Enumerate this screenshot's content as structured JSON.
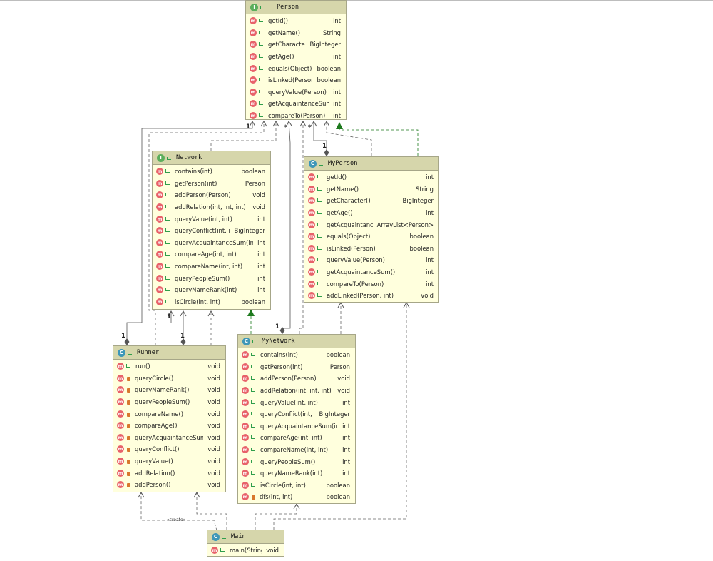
{
  "diagram": {
    "interfaces": {
      "person": {
        "name": "Person",
        "kind_glyph": "I",
        "methods": [
          {
            "name": "getId()",
            "type": "int",
            "vis": "pub"
          },
          {
            "name": "getName()",
            "type": "String",
            "vis": "pub"
          },
          {
            "name": "getCharacter()",
            "type": "BigInteger",
            "vis": "pub"
          },
          {
            "name": "getAge()",
            "type": "int",
            "vis": "pub"
          },
          {
            "name": "equals(Object)",
            "type": "boolean",
            "vis": "pub"
          },
          {
            "name": "isLinked(Person)",
            "type": "boolean",
            "vis": "pub"
          },
          {
            "name": "queryValue(Person)",
            "type": "int",
            "vis": "pub"
          },
          {
            "name": "getAcquaintanceSum()",
            "type": "int",
            "vis": "pub"
          },
          {
            "name": "compareTo(Person)",
            "type": "int",
            "vis": "pub"
          }
        ]
      },
      "network": {
        "name": "Network",
        "kind_glyph": "I",
        "methods": [
          {
            "name": "contains(int)",
            "type": "boolean",
            "vis": "pub"
          },
          {
            "name": "getPerson(int)",
            "type": "Person",
            "vis": "pub"
          },
          {
            "name": "addPerson(Person)",
            "type": "void",
            "vis": "pub"
          },
          {
            "name": "addRelation(int, int, int)",
            "type": "void",
            "vis": "pub"
          },
          {
            "name": "queryValue(int, int)",
            "type": "int",
            "vis": "pub"
          },
          {
            "name": "queryConflict(int, int)",
            "type": "BigInteger",
            "vis": "pub"
          },
          {
            "name": "queryAcquaintanceSum(int)",
            "type": "int",
            "vis": "pub"
          },
          {
            "name": "compareAge(int, int)",
            "type": "int",
            "vis": "pub"
          },
          {
            "name": "compareName(int, int)",
            "type": "int",
            "vis": "pub"
          },
          {
            "name": "queryPeopleSum()",
            "type": "int",
            "vis": "pub"
          },
          {
            "name": "queryNameRank(int)",
            "type": "int",
            "vis": "pub"
          },
          {
            "name": "isCircle(int, int)",
            "type": "boolean",
            "vis": "pub"
          }
        ]
      }
    },
    "classes": {
      "myperson": {
        "name": "MyPerson",
        "kind_glyph": "C",
        "methods": [
          {
            "name": "getId()",
            "type": "int",
            "vis": "pub"
          },
          {
            "name": "getName()",
            "type": "String",
            "vis": "pub"
          },
          {
            "name": "getCharacter()",
            "type": "BigInteger",
            "vis": "pub"
          },
          {
            "name": "getAge()",
            "type": "int",
            "vis": "pub"
          },
          {
            "name": "getAcquaintance()",
            "type": "ArrayList<Person>",
            "vis": "pub"
          },
          {
            "name": "equals(Object)",
            "type": "boolean",
            "vis": "pub"
          },
          {
            "name": "isLinked(Person)",
            "type": "boolean",
            "vis": "pub"
          },
          {
            "name": "queryValue(Person)",
            "type": "int",
            "vis": "pub"
          },
          {
            "name": "getAcquaintanceSum()",
            "type": "int",
            "vis": "pub"
          },
          {
            "name": "compareTo(Person)",
            "type": "int",
            "vis": "pub"
          },
          {
            "name": "addLinked(Person, int)",
            "type": "void",
            "vis": "pub"
          }
        ]
      },
      "runner": {
        "name": "Runner",
        "kind_glyph": "C",
        "methods": [
          {
            "name": "run()",
            "type": "void",
            "vis": "pub"
          },
          {
            "name": "queryCircle()",
            "type": "void",
            "vis": "priv"
          },
          {
            "name": "queryNameRank()",
            "type": "void",
            "vis": "priv"
          },
          {
            "name": "queryPeopleSum()",
            "type": "void",
            "vis": "priv"
          },
          {
            "name": "compareName()",
            "type": "void",
            "vis": "priv"
          },
          {
            "name": "compareAge()",
            "type": "void",
            "vis": "priv"
          },
          {
            "name": "queryAcquaintanceSum()",
            "type": "void",
            "vis": "priv"
          },
          {
            "name": "queryConflict()",
            "type": "void",
            "vis": "priv"
          },
          {
            "name": "queryValue()",
            "type": "void",
            "vis": "priv"
          },
          {
            "name": "addRelation()",
            "type": "void",
            "vis": "priv"
          },
          {
            "name": "addPerson()",
            "type": "void",
            "vis": "priv"
          }
        ]
      },
      "mynetwork": {
        "name": "MyNetwork",
        "kind_glyph": "C",
        "methods": [
          {
            "name": "contains(int)",
            "type": "boolean",
            "vis": "pub"
          },
          {
            "name": "getPerson(int)",
            "type": "Person",
            "vis": "pub"
          },
          {
            "name": "addPerson(Person)",
            "type": "void",
            "vis": "pub"
          },
          {
            "name": "addRelation(int, int, int)",
            "type": "void",
            "vis": "pub"
          },
          {
            "name": "queryValue(int, int)",
            "type": "int",
            "vis": "pub"
          },
          {
            "name": "queryConflict(int, int)",
            "type": "BigInteger",
            "vis": "pub"
          },
          {
            "name": "queryAcquaintanceSum(int)",
            "type": "int",
            "vis": "pub"
          },
          {
            "name": "compareAge(int, int)",
            "type": "int",
            "vis": "pub"
          },
          {
            "name": "compareName(int, int)",
            "type": "int",
            "vis": "pub"
          },
          {
            "name": "queryPeopleSum()",
            "type": "int",
            "vis": "pub"
          },
          {
            "name": "queryNameRank(int)",
            "type": "int",
            "vis": "pub"
          },
          {
            "name": "isCircle(int, int)",
            "type": "boolean",
            "vis": "pub"
          },
          {
            "name": "dfs(int, int)",
            "type": "boolean",
            "vis": "priv"
          }
        ]
      },
      "main": {
        "name": "Main",
        "kind_glyph": "C",
        "methods": [
          {
            "name": "main(String[])",
            "type": "void",
            "vis": "pub"
          }
        ]
      }
    },
    "method_glyph": "m",
    "multiplicities": {
      "one": "1",
      "many": "*"
    },
    "create_label": "«create»",
    "colors": {
      "box_fill": "#ffffdd",
      "header_fill": "#d6d6ab",
      "realization_arrow": "#1e7a1e",
      "line": "#555555"
    }
  }
}
